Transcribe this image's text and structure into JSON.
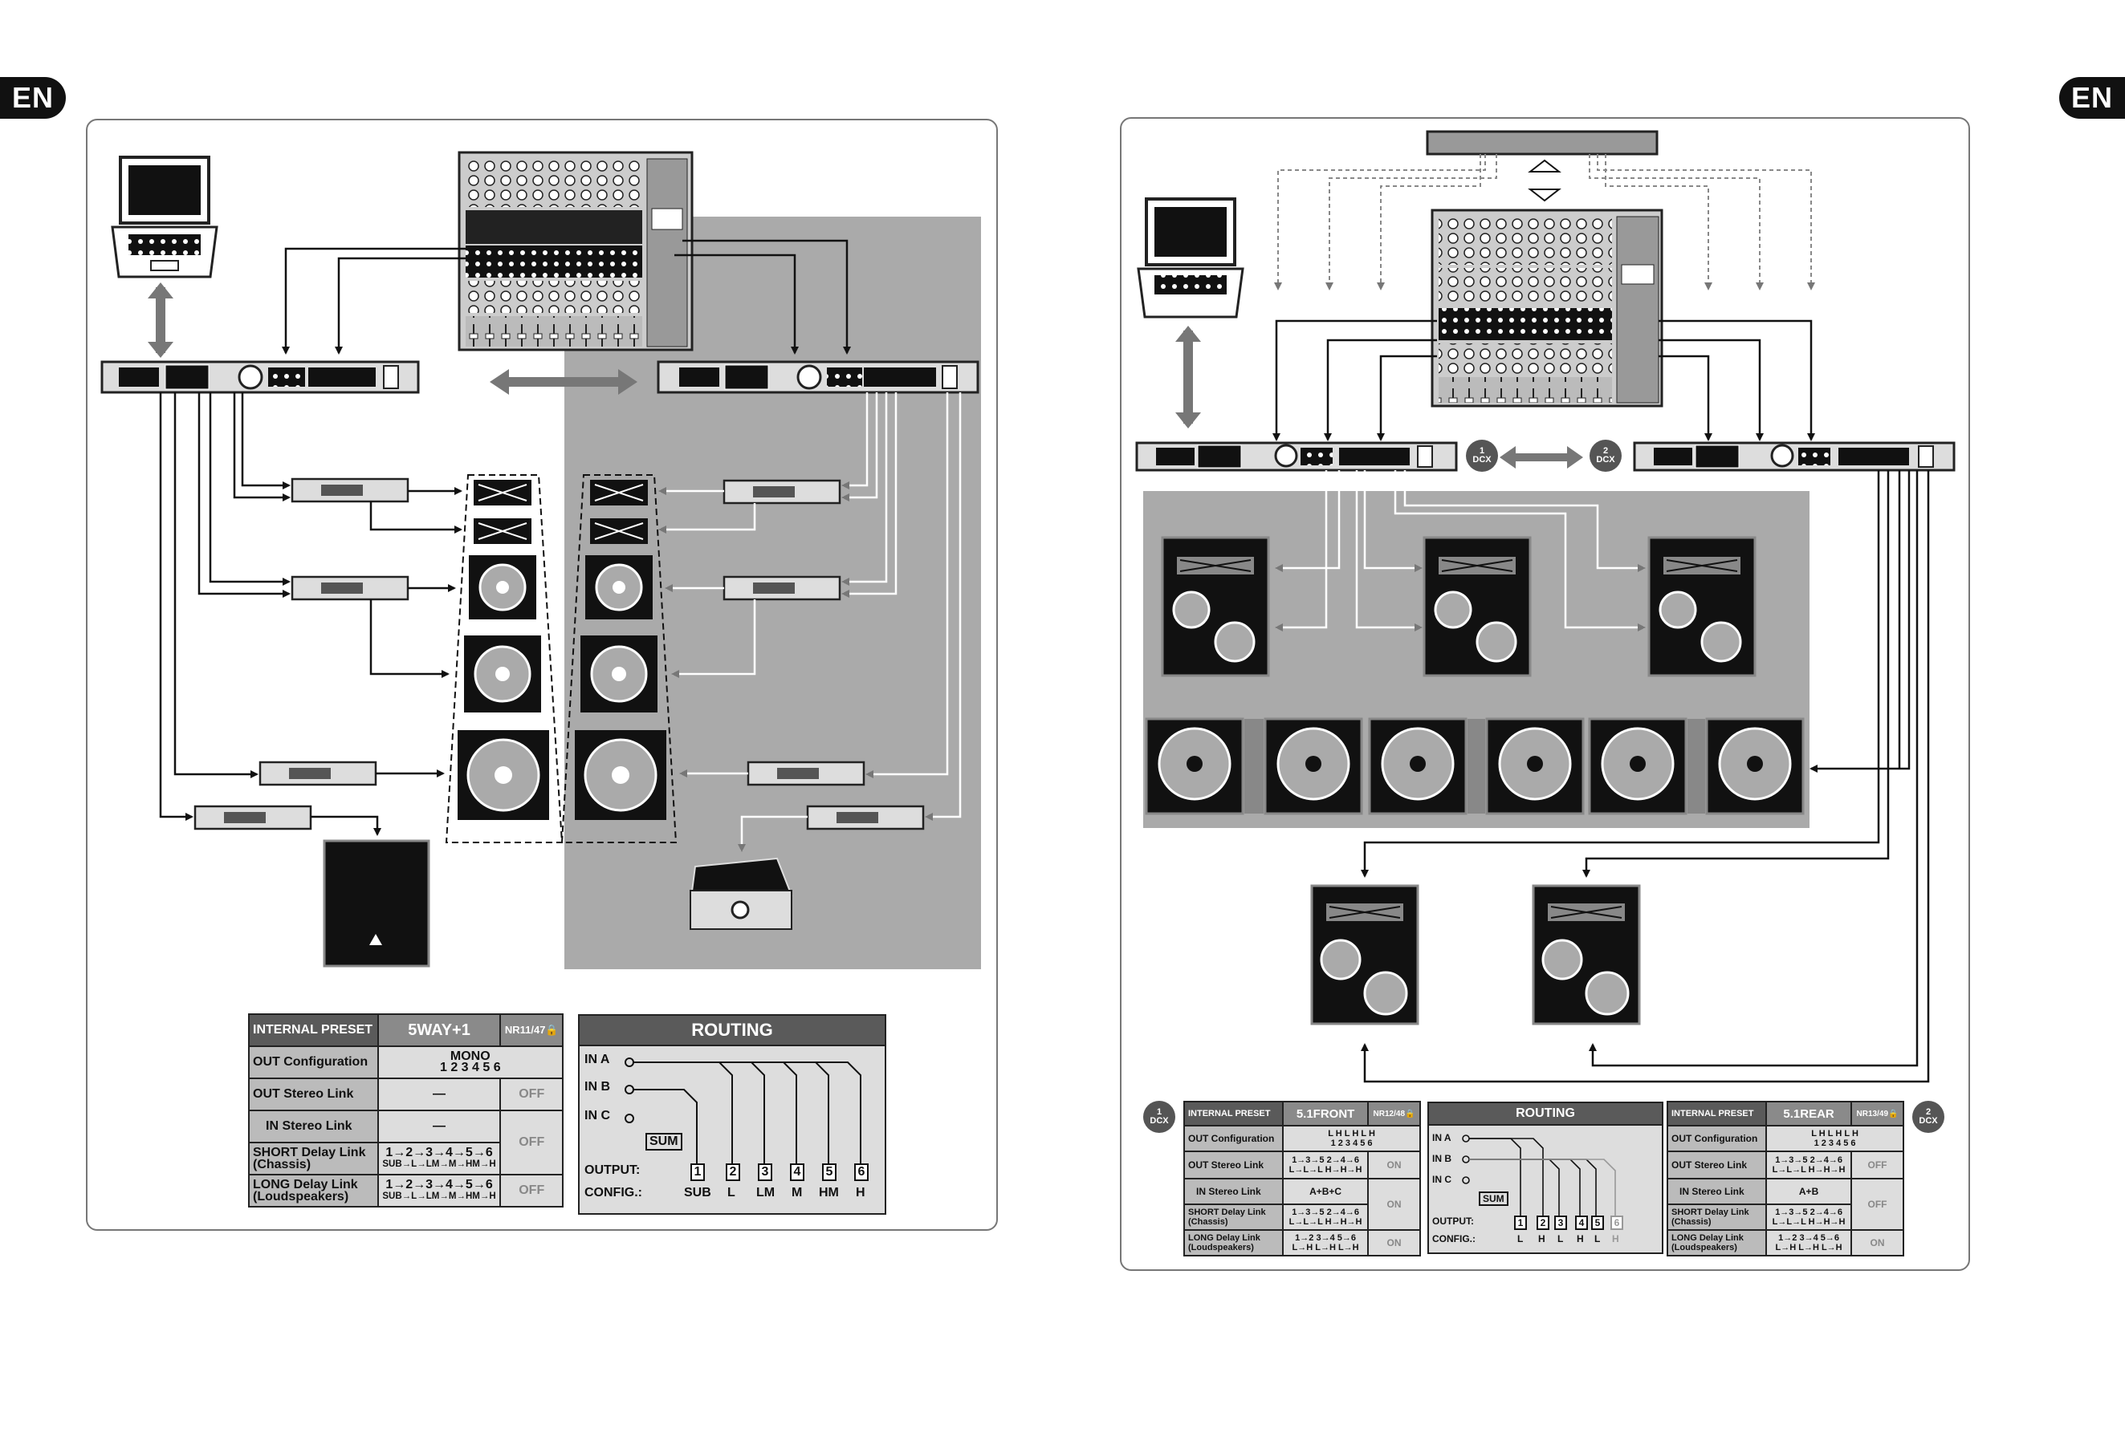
{
  "page": {
    "lang_left": "EN",
    "lang_right": "EN"
  },
  "left": {
    "preset_table": {
      "title": "INTERNAL PRESET",
      "name": "5WAY+1",
      "nr": "NR11/47",
      "rows": [
        {
          "label": "OUT Configuration",
          "value": "MONO",
          "value2": "1 2 3 4 5 6",
          "state": ""
        },
        {
          "label": "OUT Stereo Link",
          "value": "—",
          "state": "OFF"
        },
        {
          "label": "IN Stereo Link",
          "value": "—",
          "state": ""
        },
        {
          "label": "SHORT Delay Link",
          "label2": "(Chassis)",
          "value": "1→2→3→4→5→6",
          "value2": "SUB→L→LM→M→HM→H",
          "state": "OFF"
        },
        {
          "label": "LONG   Delay Link",
          "label2": "(Loudspeakers)",
          "value": "1→2→3→4→5→6",
          "value2": "SUB→L→LM→M→HM→H",
          "state": "OFF"
        }
      ]
    },
    "routing": {
      "title": "ROUTING",
      "inputs": [
        "IN A",
        "IN B",
        "IN C"
      ],
      "sum": "SUM",
      "output_label": "OUTPUT:",
      "config_label": "CONFIG.:",
      "outputs": [
        "1",
        "2",
        "3",
        "4",
        "5",
        "6"
      ],
      "configs": [
        "SUB",
        "L",
        "LM",
        "M",
        "HM",
        "H"
      ]
    }
  },
  "right": {
    "badges": {
      "dcx1_num": "1",
      "dcx1_txt": "DCX",
      "dcx2_num": "2",
      "dcx2_txt": "DCX"
    },
    "front_table": {
      "title": "INTERNAL PRESET",
      "name": "5.1FRONT",
      "nr": "NR12/48",
      "rows": [
        {
          "label": "OUT Configuration",
          "value": "L H   L H   L H",
          "value2": "1 2   3 4   5 6",
          "state": ""
        },
        {
          "label": "OUT Stereo Link",
          "value": "1→3→5     2→4→6",
          "value2": "L→L→L     H→H→H",
          "state": "ON"
        },
        {
          "label": "IN Stereo Link",
          "value": "A+B+C",
          "state": ""
        },
        {
          "label": "SHORT Delay Link",
          "label2": "(Chassis)",
          "value": "1→3→5     2→4→6",
          "value2": "L→L→L     H→H→H",
          "state": "ON"
        },
        {
          "label": "LONG   Delay Link",
          "label2": "(Loudspeakers)",
          "value": "1→2    3→4    5→6",
          "value2": "L→H    L→H    L→H",
          "state": "ON"
        }
      ]
    },
    "rear_table": {
      "title": "INTERNAL PRESET",
      "name": "5.1REAR",
      "nr": "NR13/49",
      "rows": [
        {
          "label": "OUT Configuration",
          "value": "L H   L H   L H",
          "value2": "1 2   3 4   5 6",
          "state": ""
        },
        {
          "label": "OUT Stereo Link",
          "value": "1→3→5     2→4→6",
          "value2": "L→L→L     H→H→H",
          "state": "OFF"
        },
        {
          "label": "IN Stereo Link",
          "value": "A+B",
          "state": ""
        },
        {
          "label": "SHORT Delay Link",
          "label2": "(Chassis)",
          "value": "1→3→5     2→4→6",
          "value2": "L→L→L     H→H→H",
          "state": "OFF"
        },
        {
          "label": "LONG   Delay Link",
          "label2": "(Loudspeakers)",
          "value": "1→2    3→4    5→6",
          "value2": "L→H    L→H    L→H",
          "state": "ON"
        }
      ]
    },
    "routing": {
      "title": "ROUTING",
      "inputs": [
        "IN A",
        "IN B",
        "IN C"
      ],
      "sum": "SUM",
      "output_label": "OUTPUT:",
      "config_label": "CONFIG.:",
      "outputs": [
        "1",
        "2",
        "3",
        "4",
        "5",
        "6"
      ],
      "configs": [
        "L",
        "H",
        "L",
        "H",
        "L",
        "H"
      ]
    }
  }
}
